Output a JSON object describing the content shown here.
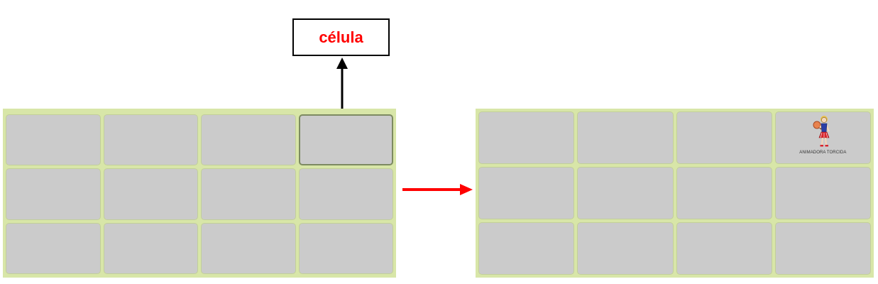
{
  "callout": {
    "label": "célula"
  },
  "grids": {
    "rows": 3,
    "columns": 4,
    "after_pictogram": {
      "label": "ANIMADORA TORCIDA",
      "icon": "cheerleader-icon",
      "row": 1,
      "column": 4
    }
  },
  "colors": {
    "grid_background": "#d8e6a8",
    "cell": "#cbcbcb",
    "callout_text": "#ff0000",
    "arrow_transition": "#ff0000",
    "arrow_pointer": "#000000"
  }
}
